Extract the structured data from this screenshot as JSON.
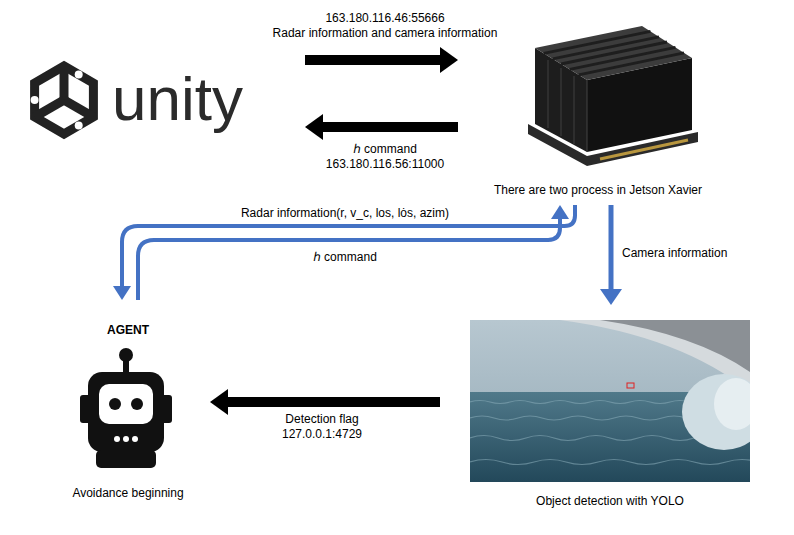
{
  "diagram": {
    "nodes": [
      {
        "text": [
          "unity"
        ]
      },
      {
        "text": [
          "There are two process in Jetson Xavier"
        ]
      },
      {
        "text": [
          "AGENT",
          "Avoidance beginning"
        ]
      },
      {
        "text": [
          "Object detection with YOLO"
        ]
      }
    ],
    "edges": [
      {
        "from": 0,
        "to": 1,
        "arrow": "to",
        "label": "163.180.116.46:55666 Radar information and camera information"
      },
      {
        "from": 1,
        "to": 0,
        "arrow": "to",
        "label": "ℎ command 163.180.116.56:11000"
      },
      {
        "from": 1,
        "to": 2,
        "arrow": "to",
        "label": "Radar information(r, v_c, los, lȯs, azim)"
      },
      {
        "from": 2,
        "to": 1,
        "arrow": "to",
        "label": "ℎ command"
      },
      {
        "from": 1,
        "to": 3,
        "arrow": "to",
        "label": "Camera information"
      },
      {
        "from": 3,
        "to": 2,
        "arrow": "to",
        "label": "Detection flag 127.0.0.1:4729"
      }
    ]
  }
}
